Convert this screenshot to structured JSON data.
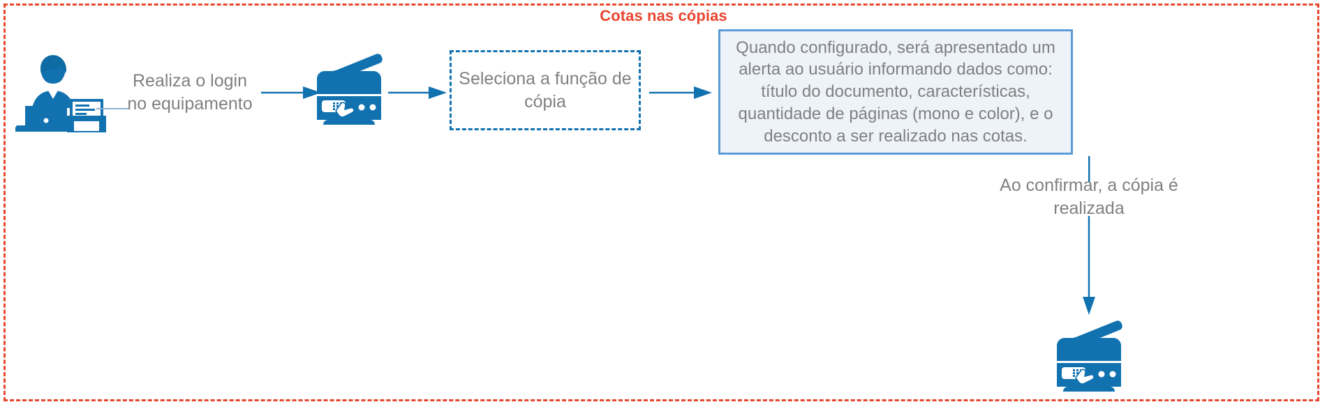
{
  "diagram": {
    "title": "Cotas nas cópias",
    "title_color": "#e8452f",
    "frame_color": "#e8452f",
    "accent_blue": "#1272b0",
    "info_box_border": "#5b9bd5",
    "info_box_fill": "#eef3fa",
    "label_color": "#808080"
  },
  "nodes": {
    "user_workstation": {
      "icon": "person-at-laptop-with-printer-icon"
    },
    "login_label": "Realiza o login no equipamento",
    "copier_top": {
      "icon": "multifunction-copier-icon"
    },
    "copy_function_step": "Seleciona a função de cópia",
    "info_alert": "Quando configurado, será apresentado um alerta ao usuário informando dados como: título do documento, características, quantidade de páginas (mono e color), e o desconto a ser realizado nas cotas.",
    "confirm_label": "Ao confirmar, a cópia é realizada",
    "copier_bottom": {
      "icon": "multifunction-copier-icon"
    }
  },
  "connectors": [
    {
      "name": "user-to-login",
      "type": "line"
    },
    {
      "name": "login-to-copier",
      "type": "arrow-right"
    },
    {
      "name": "copier-to-copy-step",
      "type": "arrow-right"
    },
    {
      "name": "copy-step-to-info",
      "type": "arrow-right"
    },
    {
      "name": "info-to-confirm",
      "type": "line-vertical"
    },
    {
      "name": "confirm-to-copier-bottom",
      "type": "arrow-down"
    }
  ]
}
